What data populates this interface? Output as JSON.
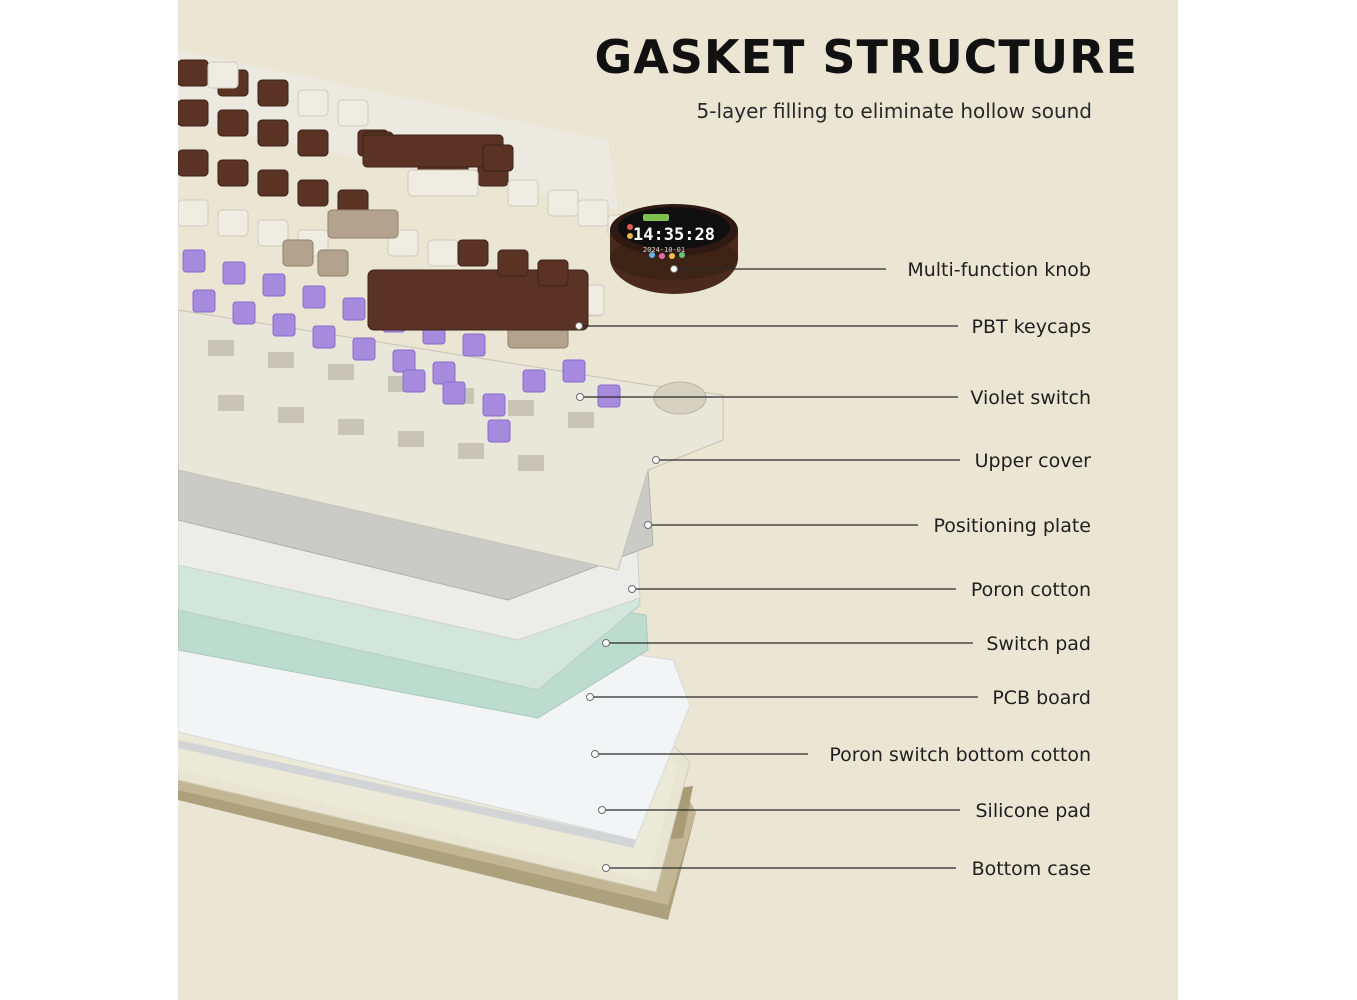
{
  "header": {
    "title": "GASKET STRUCTURE",
    "subtitle": "5-layer filling to eliminate hollow sound"
  },
  "knob_display": {
    "time": "14:35:28",
    "date": "2024-10-01"
  },
  "components": [
    {
      "id": "multi-function-knob",
      "label": "Multi-function knob"
    },
    {
      "id": "pbt-keycaps",
      "label": "PBT keycaps"
    },
    {
      "id": "violet-switch",
      "label": "Violet switch"
    },
    {
      "id": "upper-cover",
      "label": "Upper cover"
    },
    {
      "id": "positioning-plate",
      "label": "Positioning plate"
    },
    {
      "id": "poron-cotton",
      "label": "Poron cotton"
    },
    {
      "id": "switch-pad",
      "label": "Switch pad"
    },
    {
      "id": "pcb-board",
      "label": "PCB board"
    },
    {
      "id": "poron-switch-bottom-cotton",
      "label": "Poron switch bottom cotton"
    },
    {
      "id": "silicone-pad",
      "label": "Silicone pad"
    },
    {
      "id": "bottom-case",
      "label": "Bottom case"
    }
  ],
  "colors": {
    "background": "#eae6d3",
    "keycap_brown": "#5a3324",
    "keycap_cream": "#efece2",
    "keycap_taupe": "#b3a38e",
    "switch_violet": "#a78be0",
    "upper_cover": "#ebe8dc",
    "positioning_plate": "#c9c9c5",
    "switch_pad": "#cfe5da",
    "pcb_board": "#bfddd1",
    "bottom_cotton": "#f1f3f4",
    "silicone_pad": "#e6e3d0",
    "bottom_case": "#b4a886"
  }
}
